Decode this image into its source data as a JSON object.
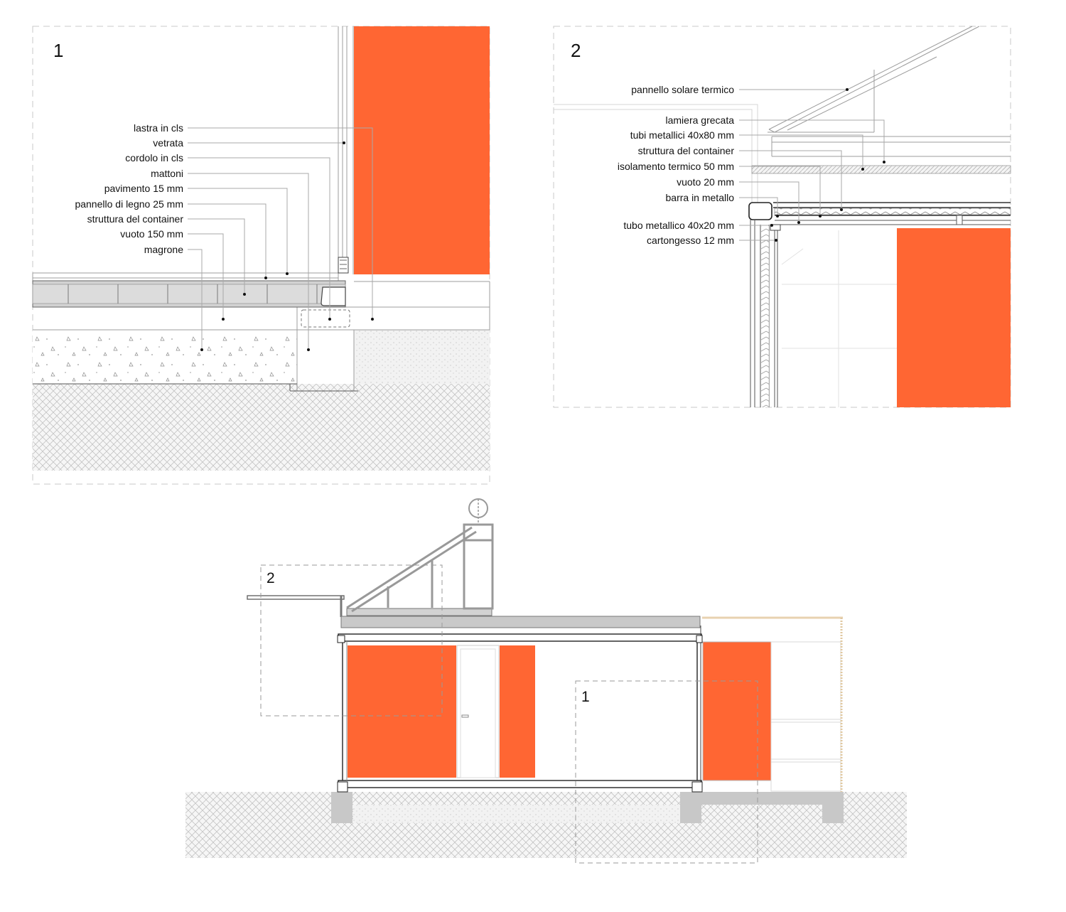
{
  "detail_1": {
    "number": "1",
    "labels": [
      "lastra in cls",
      "vetrata",
      "cordolo in cls",
      "mattoni",
      "pavimento 15 mm",
      "pannello di legno 25 mm",
      "struttura del container",
      "vuoto 150 mm",
      "magrone"
    ]
  },
  "detail_2": {
    "number": "2",
    "labels": [
      "pannello solare termico",
      "lamiera grecata",
      "tubi metallici 40x80 mm",
      "struttura del container",
      "isolamento termico 50 mm",
      "vuoto 20 mm",
      "barra in metallo",
      "tubo metallico 40x20 mm",
      "cartongesso 12 mm"
    ]
  },
  "section": {
    "callout_1": "1",
    "callout_2": "2"
  },
  "colors": {
    "accent_panel": "#ff6633",
    "frame_dash": "#c9c9c9",
    "line_dark": "#555555",
    "fill_grey": "#c8c8c8"
  }
}
